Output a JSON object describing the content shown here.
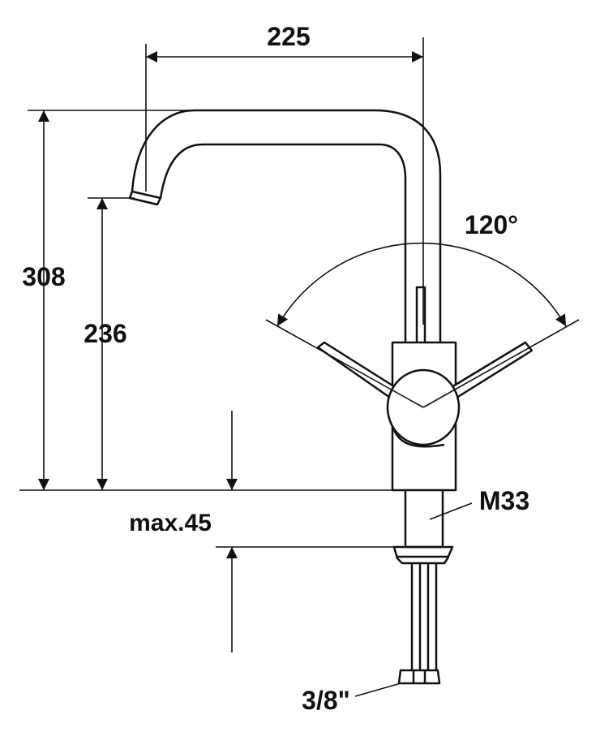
{
  "dimensions": {
    "width": "225",
    "height_total": "308",
    "spout_height": "236",
    "max_counter": "max.45",
    "lever_angle": "120°",
    "thread": "M33",
    "connection": "3/8\""
  },
  "colors": {
    "line": "#111111",
    "background": "#ffffff"
  }
}
